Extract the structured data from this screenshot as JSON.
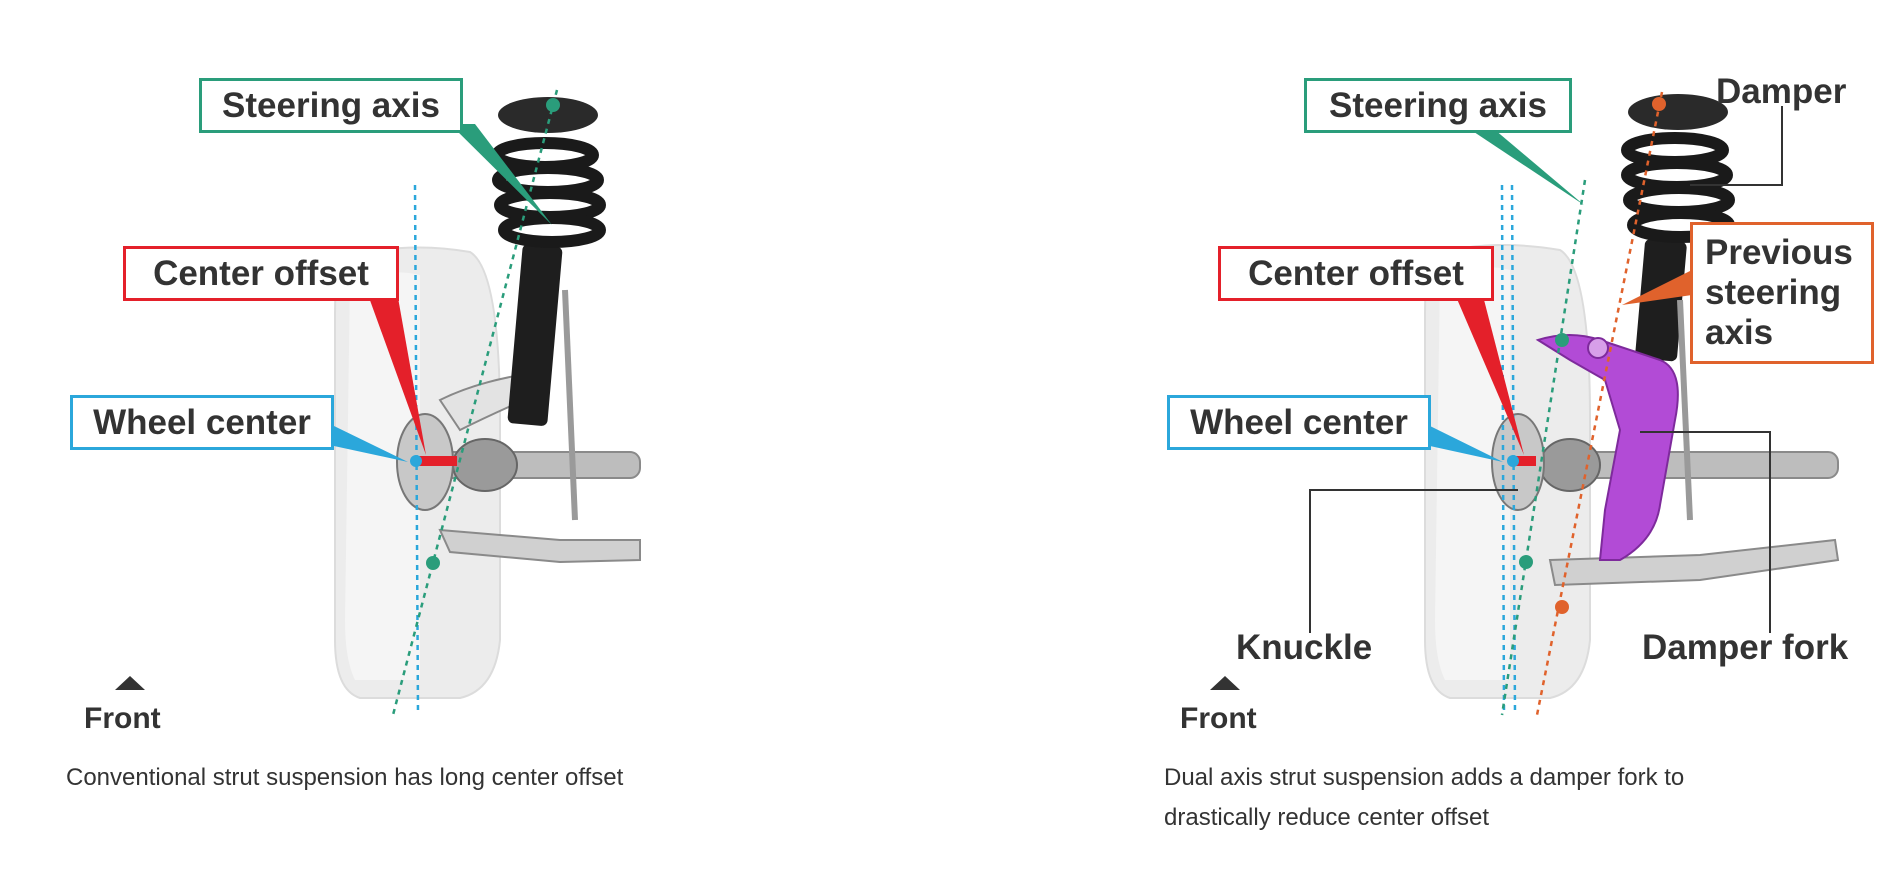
{
  "colors": {
    "steering_axis": "#2a9d7b",
    "center_offset": "#e4202a",
    "wheel_center": "#2ba7db",
    "previous_axis": "#e0622c",
    "damper_fork": "#b24bd6",
    "text": "#333333"
  },
  "left_panel": {
    "labels": {
      "steering_axis": "Steering axis",
      "center_offset": "Center offset",
      "wheel_center": "Wheel center",
      "front": "Front"
    },
    "caption": "Conventional strut suspension has long center offset"
  },
  "right_panel": {
    "labels": {
      "steering_axis": "Steering axis",
      "center_offset": "Center offset",
      "wheel_center": "Wheel center",
      "damper": "Damper",
      "previous_axis": "Previous\nsteering\naxis",
      "knuckle": "Knuckle",
      "damper_fork": "Damper fork",
      "front": "Front"
    },
    "caption": "Dual axis strut suspension adds a damper fork to drastically reduce center offset"
  }
}
